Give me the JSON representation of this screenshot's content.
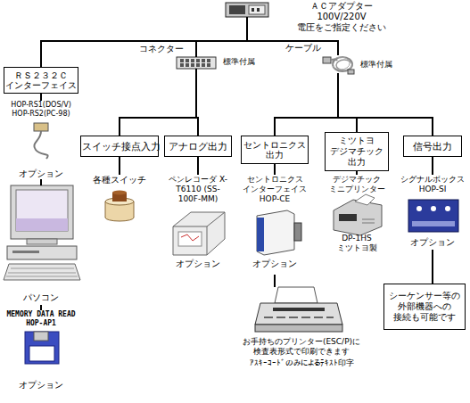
{
  "diagram": {
    "nodes": [
      {
        "text": [
          "ＡＣアダプター 100V/220V 電圧をご指定ください"
        ]
      },
      {
        "text": [
          "ＲＳ２３２Ｃ インターフェイス"
        ]
      },
      {
        "text": [
          "コネクター",
          "標準付属"
        ]
      },
      {
        "text": [
          "ケーブル",
          "標準付属"
        ]
      },
      {
        "text": [
          "HOP-RS1(DOS/V) HOP-RS2(PC-98)",
          "オプション"
        ]
      },
      {
        "text": [
          "パソコン"
        ]
      },
      {
        "text": [
          "MEMORY DATA READ HOP-AP1",
          "オプション"
        ]
      },
      {
        "text": [
          "スイッチ接点入力"
        ]
      },
      {
        "text": [
          "アナログ出力"
        ]
      },
      {
        "text": [
          "各種スイッチ"
        ]
      },
      {
        "text": [
          "ペンレコーダ X-T6110 (SS-100F-MM)",
          "オプション"
        ]
      },
      {
        "text": [
          "セントロニクス 出力"
        ]
      },
      {
        "text": [
          "ミツトヨ デジマチック 出力"
        ]
      },
      {
        "text": [
          "信号出力"
        ]
      },
      {
        "text": [
          "セントロニクス インターフェイス HOP-CE",
          "オプション"
        ]
      },
      {
        "text": [
          "デジマチック ミニプリンター",
          "DP-1HS ミツトヨ製"
        ]
      },
      {
        "text": [
          "シグナルボックス HOP-SI",
          "オプション"
        ]
      },
      {
        "text": [
          "お手持ちのプリンター(ESC/P)に 検査表形式で印刷できます",
          "ｱｽｷｰｺｰﾄﾞのみによるﾃｷｽﾄ印字"
        ]
      },
      {
        "text": [
          "シーケンサー等の 外部機器への 接続も可能です"
        ]
      }
    ],
    "edges": [
      {
        "from": 0,
        "to": 1,
        "arrow": "none"
      },
      {
        "from": 0,
        "to": 2,
        "arrow": "none"
      },
      {
        "from": 0,
        "to": 3,
        "arrow": "none"
      },
      {
        "from": 1,
        "to": 4,
        "arrow": "none"
      },
      {
        "from": 4,
        "to": 5,
        "arrow": "none"
      },
      {
        "from": 5,
        "to": 6,
        "arrow": "none"
      },
      {
        "from": 2,
        "to": 7,
        "arrow": "none"
      },
      {
        "from": 2,
        "to": 8,
        "arrow": "none"
      },
      {
        "from": 7,
        "to": 9,
        "arrow": "none"
      },
      {
        "from": 8,
        "to": 10,
        "arrow": "none"
      },
      {
        "from": 3,
        "to": 11,
        "arrow": "none"
      },
      {
        "from": 3,
        "to": 12,
        "arrow": "none"
      },
      {
        "from": 3,
        "to": 13,
        "arrow": "none"
      },
      {
        "from": 11,
        "to": 14,
        "arrow": "none"
      },
      {
        "from": 12,
        "to": 15,
        "arrow": "none"
      },
      {
        "from": 13,
        "to": 16,
        "arrow": "none"
      },
      {
        "from": 14,
        "to": 17,
        "arrow": "none"
      },
      {
        "from": 16,
        "to": 18,
        "arrow": "none"
      }
    ]
  }
}
